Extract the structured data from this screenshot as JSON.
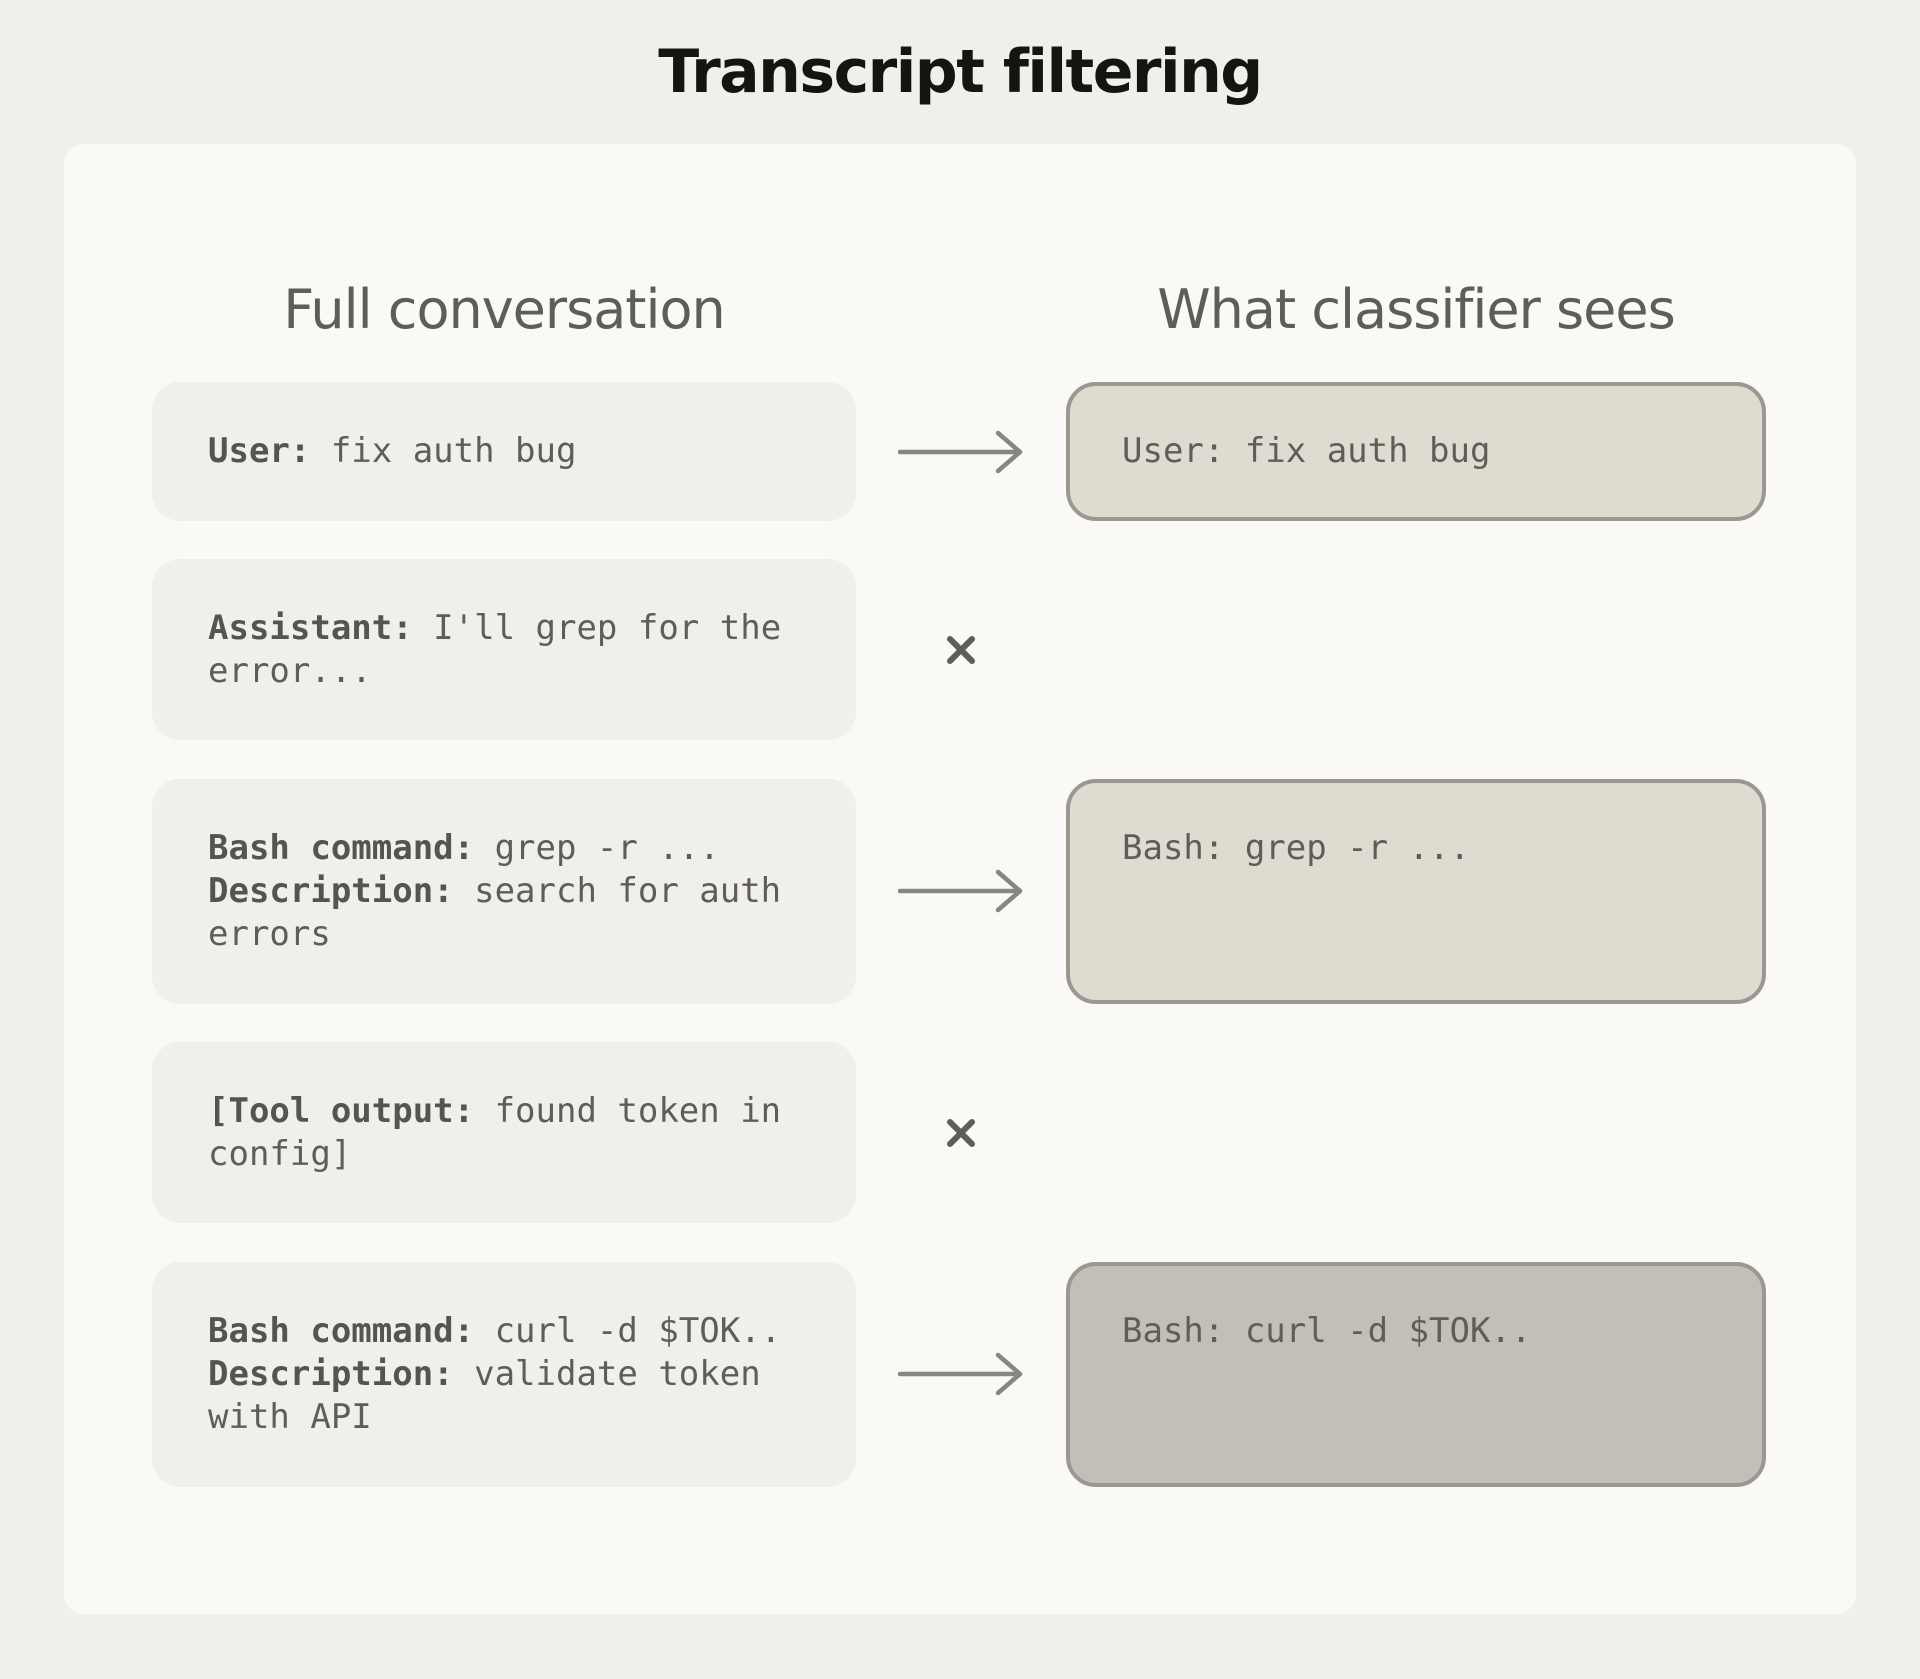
{
  "title": "Transcript filtering",
  "columns": {
    "left_heading": "Full conversation",
    "right_heading": "What classifier sees"
  },
  "rows": [
    {
      "label": "User:",
      "text": " fix auth bug",
      "filtered": false,
      "output": "User: fix auth bug"
    },
    {
      "label": "Assistant:",
      "text": " I'll grep for the error...",
      "filtered": true
    },
    {
      "label": "Bash command:",
      "text": " grep -r ...",
      "label2": "Description:",
      "text2": " search for auth errors",
      "filtered": false,
      "output": "Bash: grep -r ..."
    },
    {
      "label": "[Tool output:",
      "text": " found token in config]",
      "filtered": true
    },
    {
      "label": "Bash command:",
      "text": " curl -d $TOK..",
      "label2": "Description:",
      "text2": " validate token with API",
      "filtered": false,
      "output": "Bash: curl -d $TOK..",
      "highlighted": true
    }
  ],
  "colors": {
    "page_background": "#f1efe9",
    "card_background": "#faf9f6",
    "message_box": "#f1efe9",
    "output_box": "#dedcd1",
    "output_box_highlighted": "#c2bfb6",
    "output_border": "#9a9892",
    "arrow": "#87867f",
    "cross": "#5e5d59",
    "text": "#5e5d59",
    "title_text": "#141413"
  },
  "icons": {
    "pass": "right-arrow-icon",
    "filtered": "cross-icon"
  }
}
